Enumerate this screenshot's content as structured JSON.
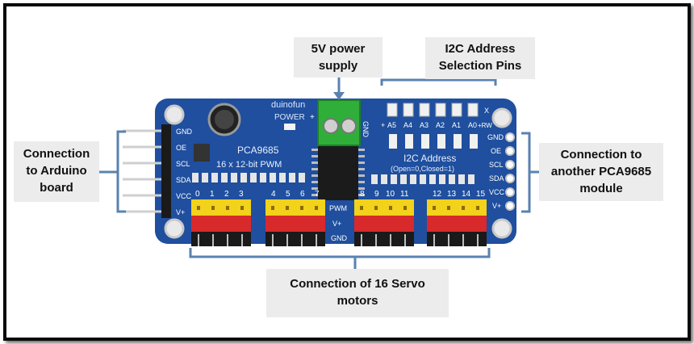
{
  "callouts": {
    "power": "5V power supply",
    "i2c": "I2C Address Selection Pins",
    "arduino": "Connection to Arduino board",
    "another": "Connection to another PCA9685 module",
    "servo": "Connection of 16 Servo motors"
  },
  "board": {
    "brand": "duinofun",
    "power_label": "POWER",
    "model": "PCA9685",
    "subtitle": "16 x 12-bit PWM",
    "i2c_label": "I2C Address",
    "i2c_sub": "(Open=0,Closed=1)",
    "addr_pins": [
      "A5",
      "A4",
      "A3",
      "A2",
      "A1",
      "A0"
    ],
    "addr_prefix": "+",
    "addr_suffix": "+RW",
    "addr_x": "X",
    "left_pins": [
      "GND",
      "OE",
      "SCL",
      "SDA",
      "VCC",
      "V+"
    ],
    "right_pins": [
      "GND",
      "OE",
      "SCL",
      "SDA",
      "VCC",
      "V+"
    ],
    "row_labels": [
      "PWM",
      "V+",
      "GND"
    ],
    "channels": [
      "0",
      "1",
      "2",
      "3",
      "4",
      "5",
      "6",
      "7",
      "8",
      "9",
      "10",
      "11",
      "12",
      "13",
      "14",
      "15"
    ],
    "terminal_plus": "+",
    "terminal_gnd": "GND"
  },
  "colors": {
    "board": "#1f4f9e",
    "header_yellow": "#f2d21a",
    "header_red": "#d8292b",
    "header_black": "#1a1a1a",
    "terminal_green": "#2fae3a",
    "bracket": "#5a82b0"
  }
}
